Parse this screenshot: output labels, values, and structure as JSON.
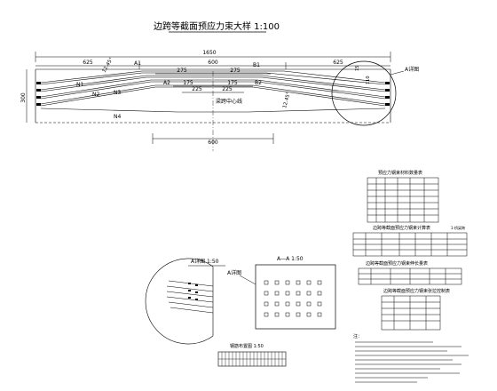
{
  "main_title": "边跨等截面预应力束大样 1:100",
  "dims": {
    "total": "1650",
    "left": "625",
    "middle": "600",
    "right": "625",
    "left_inner": "275",
    "right_inner": "275",
    "inner_a": "175",
    "inner_b": "175",
    "inner_c": "225",
    "inner_d": "225",
    "bottom": "600",
    "height": "300",
    "slope_left": "12.45°",
    "slope_right": "12.45°",
    "right_side_1": "15",
    "right_side_2": "110"
  },
  "labels": {
    "a1": "A1",
    "a2": "A2",
    "b1": "B1",
    "b2": "B2",
    "n1": "N1",
    "n2": "N2",
    "n3": "N3",
    "n4": "N4",
    "centerline": "梁跨中心线",
    "detail_a": "A详图"
  },
  "subtitles": {
    "detail_a_left": "A详图 1:50",
    "section_aa": "A—A  1:50",
    "plan_arrangement": "钢筋布置图 1:50",
    "table1": "预应力钢束材料数量表",
    "table2": "边跨等截面预应力钢束计算表",
    "table3": "边跨等截面预应力钢束伸长量表",
    "table4": "边跨等截面预应力钢束张拉控制表",
    "table2_unit": "1-桥梁跨"
  },
  "notes": {
    "title": "注："
  }
}
